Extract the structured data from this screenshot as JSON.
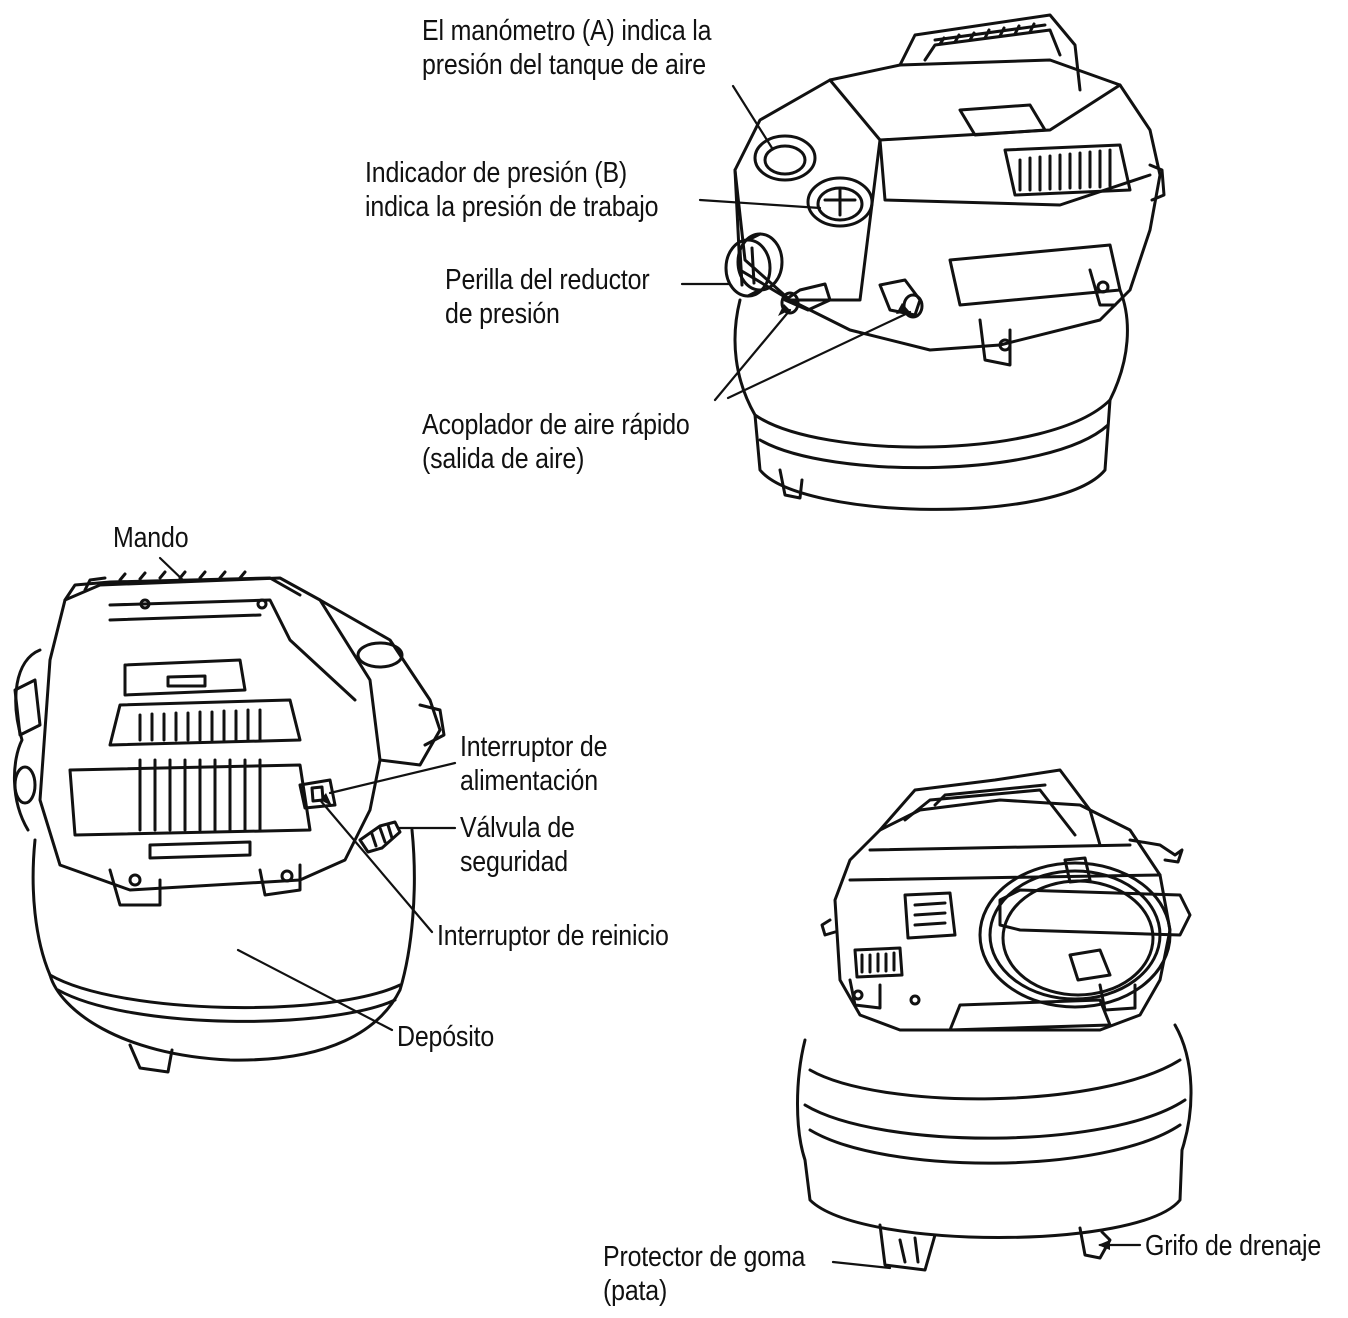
{
  "colors": {
    "ink": "#111111",
    "paper": "#ffffff"
  },
  "labels": {
    "manometro": [
      "El manómetro (A) indica la",
      "presión del tanque de aire"
    ],
    "indicador": [
      "Indicador de presión (B)",
      "indica la presión de trabajo"
    ],
    "perilla": [
      "Perilla del reductor",
      "de presión"
    ],
    "acoplador": [
      "Acoplador de aire rápido",
      "(salida de aire)"
    ],
    "mando": "Mando",
    "interruptor_alimentacion": [
      "Interruptor de",
      "alimentación"
    ],
    "valvula": [
      "Válvula de",
      "seguridad"
    ],
    "reinicio": "Interruptor de reinicio",
    "deposito": "Depósito",
    "protector": [
      "Protector de goma",
      "(pata)"
    ],
    "grifo": "Grifo de drenaje"
  }
}
